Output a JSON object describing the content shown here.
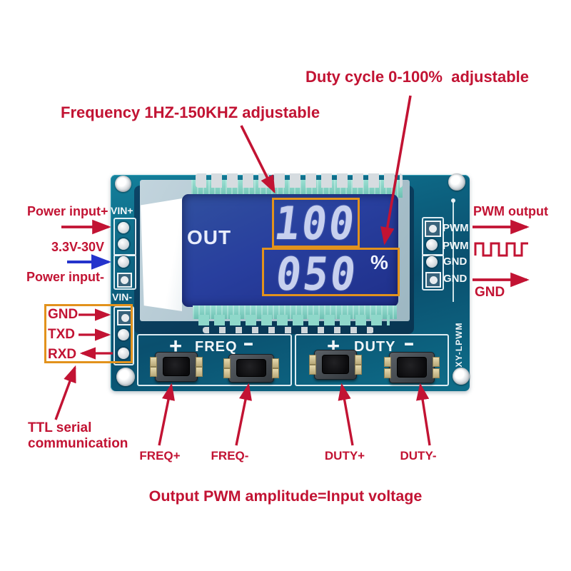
{
  "colors": {
    "annotation_red": "#c21333",
    "arrow_blue": "#2433cc",
    "highlight_orange": "#e2921c",
    "pcb_teal": "#0d6583",
    "lcd_blue": "#27399b"
  },
  "annotations": {
    "duty_title": "Duty cycle 0-100%  adjustable",
    "freq_title": "Frequency 1HZ-150KHZ adjustable",
    "power_input_plus": "Power input+",
    "voltage_range": "3.3V-30V",
    "power_input_minus": "Power input-",
    "serial_gnd": "GND",
    "serial_txd": "TXD",
    "serial_rxd": "RXD",
    "ttl_line1": "TTL serial",
    "ttl_line2": "communication",
    "pwm_output": "PWM output",
    "gnd_output": "GND",
    "freq_plus": "FREQ+",
    "freq_minus": "FREQ-",
    "duty_plus": "DUTY+",
    "duty_minus": "DUTY-",
    "bottom_note": "Output PWM amplitude=Input voltage"
  },
  "board": {
    "vin_plus": "VIN+",
    "vin_minus": "VIN-",
    "pins_right": [
      "PWM",
      "PWM",
      "GND",
      "GND"
    ],
    "freq_group": {
      "plus": "+",
      "label": "FREQ",
      "minus": "-"
    },
    "duty_group": {
      "plus": "+",
      "label": "DUTY",
      "minus": "-"
    },
    "model": "XY-LPWM"
  },
  "display": {
    "out_label": "OUT",
    "freq_value": "100",
    "duty_value": "050",
    "percent": "%"
  }
}
